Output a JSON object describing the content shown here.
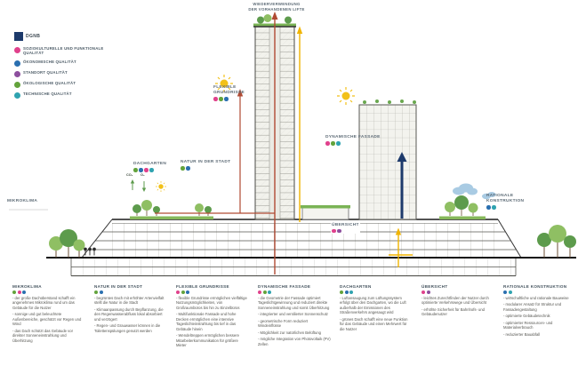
{
  "top_label": {
    "line1": "WIEDERVERWENDUNG",
    "line2": "DER VORHANDENEN LIFTE"
  },
  "legend": {
    "logo_text": "DGNB",
    "items": [
      {
        "label": "SOZIOKULTURELLE UND FUNKTIONALE QUALITÄT",
        "color": "#e0418c"
      },
      {
        "label": "ÖKONOMISCHE QUALITÄT",
        "color": "#2a6fb0"
      },
      {
        "label": "STANDORT QUALITÄT",
        "color": "#8d4f9e"
      },
      {
        "label": "ÖKOLOGISCHE QUALITÄT",
        "color": "#63a33c"
      },
      {
        "label": "TECHNISCHE QUALITÄT",
        "color": "#2fa3b0"
      }
    ]
  },
  "diagram": {
    "labels": {
      "mikroklima": "MIKROKLIMA",
      "dachgarten": "DACHGARTEN",
      "natur": "NATUR IN DER STADT",
      "flexible1": "FLEXIBLE",
      "flexible2": "GRUNDRISSE",
      "dynamische": "DYNAMISCHE FASSADE",
      "uebersicht": "ÜBERSICHT",
      "rationale1": "RATIONALE",
      "rationale2": "KONSTRUKTION",
      "co2": "CO₂",
      "o2": "O₂"
    },
    "label_dots": {
      "dachgarten": [
        "#63a33c",
        "#2a6fb0",
        "#e0418c",
        "#2fa3b0"
      ],
      "natur": [
        "#63a33c",
        "#2a6fb0"
      ],
      "flexible": [
        "#e0418c",
        "#63a33c",
        "#2a6fb0"
      ],
      "dynamische": [
        "#e0418c",
        "#63a33c",
        "#2fa3b0"
      ],
      "uebersicht": [
        "#e0418c",
        "#8d4f9e"
      ],
      "rationale": [
        "#2a6fb0",
        "#2fa3b0"
      ]
    }
  },
  "columns": [
    {
      "title": "MIKROKLIMA",
      "dots": [
        "#63a33c",
        "#e0418c",
        "#2a6fb0"
      ],
      "bullets": [
        "- der große Dachüberstand schafft ein angenehmes Mikroklima rund um das Gebäude für die Nutzer",
        "- sonnige und gut beleuchtete Außenbereiche, geschützt vor Regen und Wind",
        "- das Dach schützt das Gebäude vor direkter Sonneneinstrahlung und Überhitzung"
      ]
    },
    {
      "title": "NATUR IN DER STADT",
      "dots": [
        "#63a33c",
        "#2a6fb0"
      ],
      "bullets": [
        "- begrüntes Dach mit erhöhter Artenvielfalt stellt die Natur in die Stadt",
        "- Klimaanpassung durch Bepflanzung, die den Regenwasserabfluss lokal absorbiert und verzögert",
        "- Regen- und Grauwasser können in die Toilettenspülungen genutzt werden"
      ]
    },
    {
      "title": "FLEXIBLE GRUNDRISSE",
      "dots": [
        "#e0418c",
        "#63a33c",
        "#2a6fb0"
      ],
      "bullets": [
        "- flexible Grundrisse ermöglichen vielfältige Nutzungsmöglichkeiten, von Großraumbüros bis hin zu Einzelbüros",
        "- Multifunktionale Fassade und hohe Decken ermöglichen eine intensive Tageslichteinstrahlung bis tief in das Gebäude hinein",
        "- Wendeltreppen ermöglichen bessere Mitarbeiterkommunikation für größere Mieter"
      ]
    },
    {
      "title": "DYNAMISCHE FASSADE",
      "dots": [
        "#e0418c",
        "#63a33c",
        "#2fa3b0"
      ],
      "bullets": [
        "- die Geometrie der Fassade optimiert Tageslichtgewinnung und reduziert direkte Sonneneinstrahlung und somit Überhitzung",
        "- integrierter und ventilierter Sonnenschutz",
        "- geometrische Form reduziert Windeinflüsse",
        "- Möglichkeit zur natürlichen Belüftung",
        "- mögliche Integration von Photovoltaik (PV) Zellen"
      ]
    },
    {
      "title": "DACHGARTEN",
      "dots": [
        "#63a33c",
        "#2a6fb0",
        "#2fa3b0"
      ],
      "bullets": [
        "- Luftansaugung zum Lüftungssystem erfolgt über den Dachgarten, wo die Luft außerhalb der Emissionen des Straßenverkehrs angesaugt wird",
        "- grünes Dach schafft eine neue Funktion für das Gebäude und einen Mehrwert für die Nutzer"
      ]
    },
    {
      "title": "ÜBERSICHT",
      "dots": [
        "#e0418c",
        "#8d4f9e"
      ],
      "bullets": [
        "- leichtes Zurechtfinden der Nutzer durch optimierte Verkehrswege und Übersicht",
        "- erhöhte Sicherheit für Bahnhofs- und Gebäudenutzer"
      ]
    },
    {
      "title": "RATIONALE KONSTRUKTION",
      "dots": [
        "#2a6fb0",
        "#2fa3b0"
      ],
      "bullets": [
        "- wirtschaftliche und rationale Bauweise",
        "- modularer Ansatz für Struktur und Fassadengestaltung",
        "- optimierte Gebäudetechnik",
        "- optimierter Ressourcen- und Materialverbrauch",
        "- reduzierter Bauabfall"
      ]
    }
  ]
}
